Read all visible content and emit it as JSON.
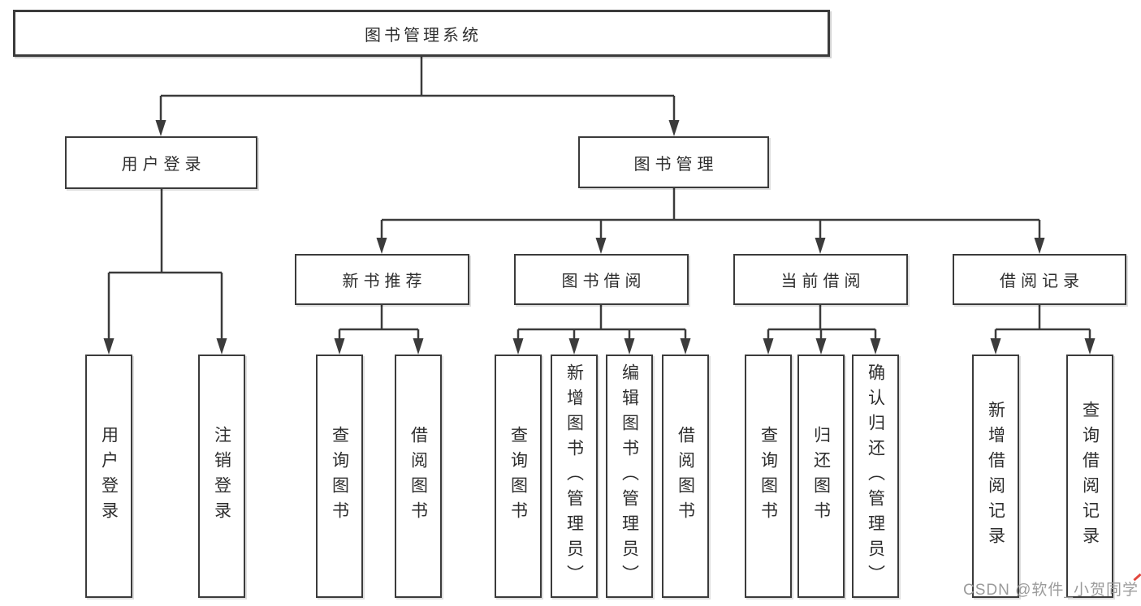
{
  "diagram": {
    "root": {
      "label": "图书管理系统"
    },
    "level2": [
      {
        "label": "用户登录"
      },
      {
        "label": "图书管理"
      }
    ],
    "level3": [
      {
        "label": "新书推荐"
      },
      {
        "label": "图书借阅"
      },
      {
        "label": "当前借阅"
      },
      {
        "label": "借阅记录"
      }
    ],
    "leaves": {
      "user_login": [
        "用户登录",
        "注销登录"
      ],
      "new_books": [
        "查询图书",
        "借阅图书"
      ],
      "book_borrow": [
        "查询图书",
        "新增图书（管理员）",
        "编辑图书（管理员）",
        "借阅图书"
      ],
      "current_borrow": [
        "查询图书",
        "归还图书",
        "确认归还（管理员）"
      ],
      "borrow_records": [
        "新增借阅记录",
        "查询借阅记录"
      ]
    },
    "watermark": "CSDN @软件_小贺同学",
    "colors": {
      "line": "#3b3b3b",
      "text": "#2e2e2e",
      "background": "#ffffff",
      "watermark_gray": "#9b9b9b",
      "watermark_red": "#e2483f"
    }
  }
}
